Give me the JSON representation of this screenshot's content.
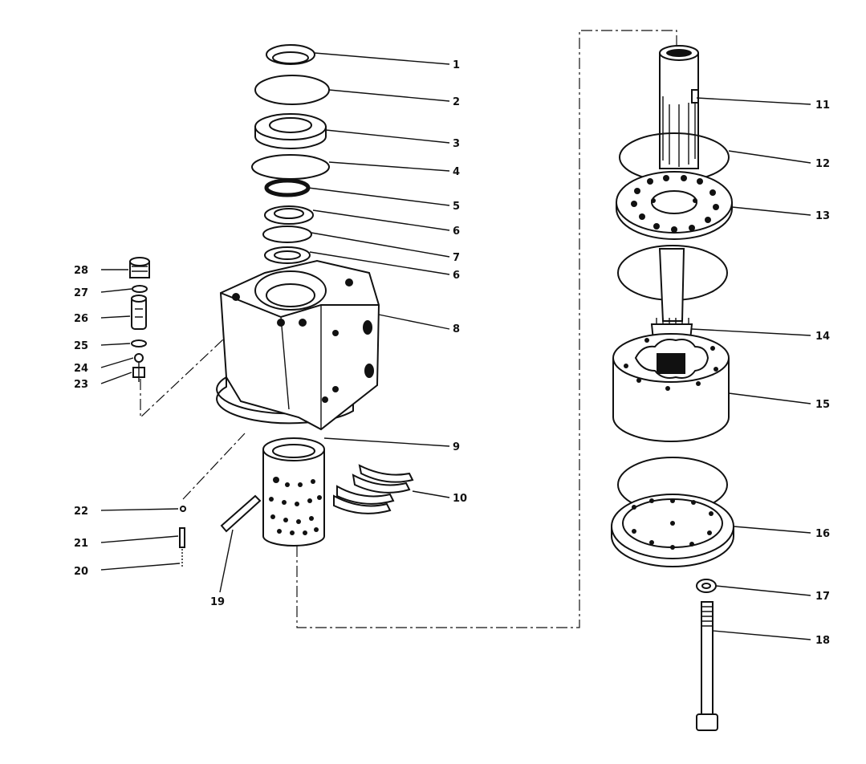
{
  "diagram": {
    "callouts": [
      {
        "id": "c1",
        "label": "1"
      },
      {
        "id": "c2",
        "label": "2"
      },
      {
        "id": "c3",
        "label": "3"
      },
      {
        "id": "c4",
        "label": "4"
      },
      {
        "id": "c5",
        "label": "5"
      },
      {
        "id": "c6a",
        "label": "6"
      },
      {
        "id": "c7",
        "label": "7"
      },
      {
        "id": "c6b",
        "label": "6"
      },
      {
        "id": "c8",
        "label": "8"
      },
      {
        "id": "c9",
        "label": "9"
      },
      {
        "id": "c10",
        "label": "10"
      },
      {
        "id": "c11",
        "label": "11"
      },
      {
        "id": "c12",
        "label": "12"
      },
      {
        "id": "c13",
        "label": "13"
      },
      {
        "id": "c14",
        "label": "14"
      },
      {
        "id": "c15",
        "label": "15"
      },
      {
        "id": "c16",
        "label": "16"
      },
      {
        "id": "c17",
        "label": "17"
      },
      {
        "id": "c18",
        "label": "18"
      },
      {
        "id": "c19",
        "label": "19"
      },
      {
        "id": "c20",
        "label": "20"
      },
      {
        "id": "c21",
        "label": "21"
      },
      {
        "id": "c22",
        "label": "22"
      },
      {
        "id": "c23",
        "label": "23"
      },
      {
        "id": "c24",
        "label": "24"
      },
      {
        "id": "c25",
        "label": "25"
      },
      {
        "id": "c26",
        "label": "26"
      },
      {
        "id": "c27",
        "label": "27"
      },
      {
        "id": "c28",
        "label": "28"
      }
    ]
  }
}
